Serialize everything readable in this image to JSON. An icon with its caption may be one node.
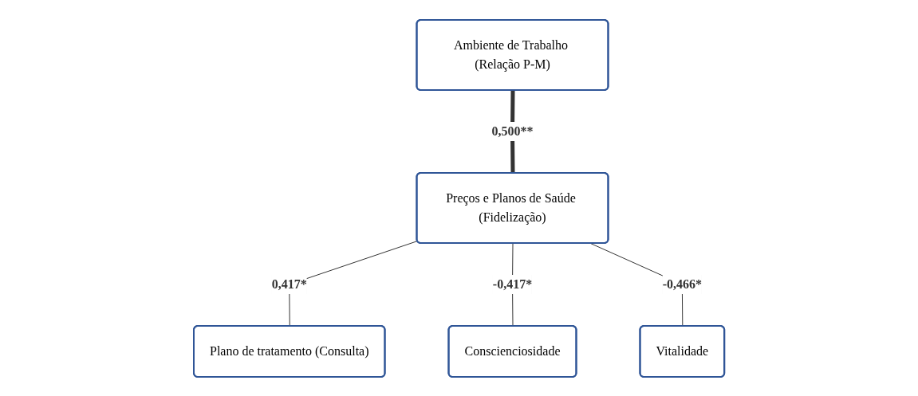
{
  "diagram": {
    "nodes": [
      {
        "text": [
          "Ambiente de Trabalho (Relação P-M)"
        ]
      },
      {
        "text": [
          "Preços e Planos de Saúde (Fidelização)"
        ]
      },
      {
        "text": [
          "Plano de tratamento (Consulta)"
        ]
      },
      {
        "text": [
          "Conscienciosidade"
        ]
      },
      {
        "text": [
          "Vitalidade"
        ]
      }
    ],
    "edges": [
      {
        "from": 0,
        "to": 1,
        "arrow": "none",
        "label": "0,500**",
        "style": "thick"
      },
      {
        "from": 1,
        "to": 2,
        "arrow": "none",
        "label": "0,417*"
      },
      {
        "from": 1,
        "to": 3,
        "arrow": "none",
        "label": "-0,417*"
      },
      {
        "from": 1,
        "to": 4,
        "arrow": "none",
        "label": "-0,466*"
      }
    ]
  }
}
